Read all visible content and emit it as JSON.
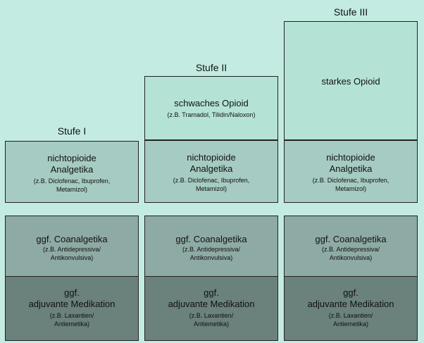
{
  "stufen": [
    {
      "label": "Stufe I"
    },
    {
      "label": "Stufe II",
      "opioid": {
        "title": "schwaches Opioid",
        "detail": "(z.B. Tramadol, Tilidin/Naloxon)"
      }
    },
    {
      "label": "Stufe III",
      "opioid": {
        "title": "starkes Opioid"
      }
    }
  ],
  "nichtopioide": {
    "line1": "nichtopioide",
    "line2": "Analgetika",
    "detail1": "(z.B. Diclofenac, Ibuprofen,",
    "detail2": "Metamizol)"
  },
  "coanalgetika": {
    "title": "ggf. Coanalgetika",
    "detail1": "(z.B. Antidepressiva/",
    "detail2": "Antikonvulsiva)"
  },
  "adjuvant": {
    "line1": "ggf.",
    "line2": "adjuvante Medikation",
    "detail1": "(z.B. Laxantien/",
    "detail2": "Antiemetika)"
  },
  "colors": {
    "background": "#c4ebe2",
    "opioid": "#b4e3d6",
    "nichtopioide": "#a6cbc2",
    "coanalgetika": "#8eaaa4",
    "adjuvant": "#6a817c"
  }
}
